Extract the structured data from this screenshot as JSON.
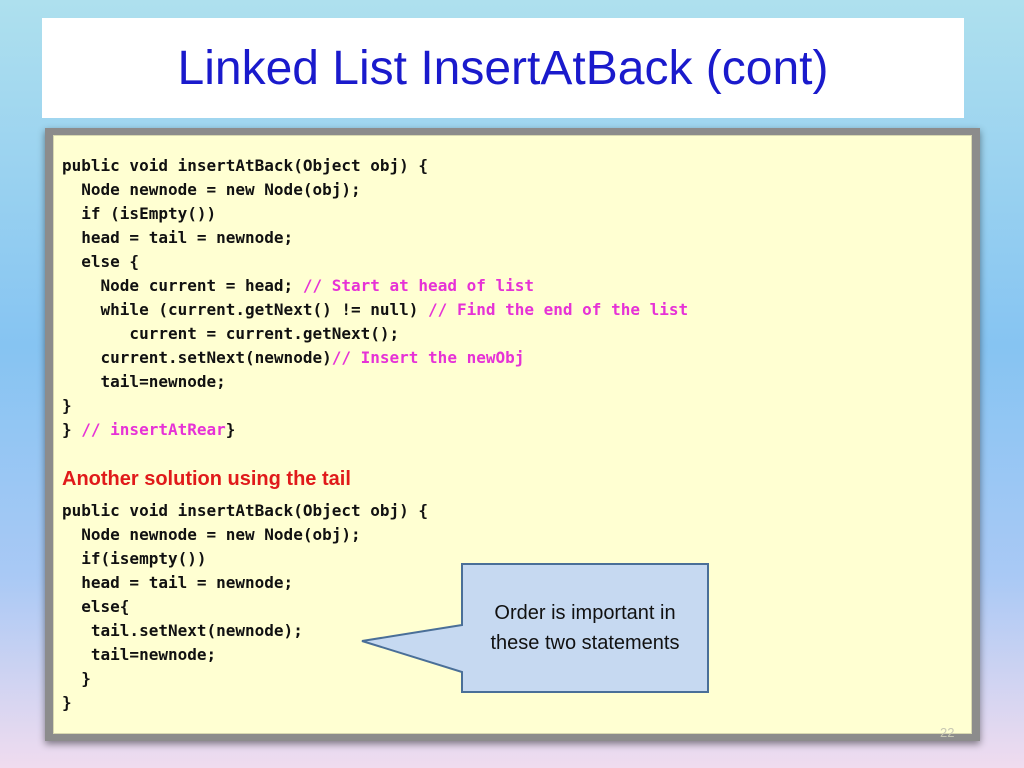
{
  "slide": {
    "title": "Linked List InsertAtBack (cont)",
    "slide_number": "22"
  },
  "code1": [
    {
      "code": "public void insertAtBack(Object obj) {",
      "comment": ""
    },
    {
      "code": "  Node newnode = new Node(obj);",
      "comment": ""
    },
    {
      "code": "  if (isEmpty())",
      "comment": ""
    },
    {
      "code": "  head = tail = newnode;",
      "comment": ""
    },
    {
      "code": "  else {",
      "comment": ""
    },
    {
      "code": "    Node current = head; ",
      "comment": "// Start at head of list"
    },
    {
      "code": "    while (current.getNext() != null) ",
      "comment": "// Find the end of the list"
    },
    {
      "code": "       current = current.getNext();",
      "comment": ""
    },
    {
      "code": "    current.setNext(newnode)",
      "comment": "// Insert the newObj"
    },
    {
      "code": "    tail=newnode;",
      "comment": ""
    },
    {
      "code": "}",
      "comment": ""
    },
    {
      "code": "} ",
      "comment": "// insertAtRear",
      "suffix": "}"
    }
  ],
  "solution_heading": "Another solution using the tail",
  "code2": [
    "public void insertAtBack(Object obj) {",
    "  Node newnode = new Node(obj);",
    "  if(isempty())",
    "  head = tail = newnode;",
    "  else{",
    "   tail.setNext(newnode);",
    "   tail=newnode;",
    "  }",
    "}"
  ],
  "callout": {
    "line1": "Order is important in",
    "line2": "these two statements"
  },
  "colors": {
    "title": "#1a1acc",
    "comment": "#e632d6",
    "heading": "#e01a1a",
    "callout_fill": "#c6d9f1",
    "callout_border": "#4a6f98"
  }
}
